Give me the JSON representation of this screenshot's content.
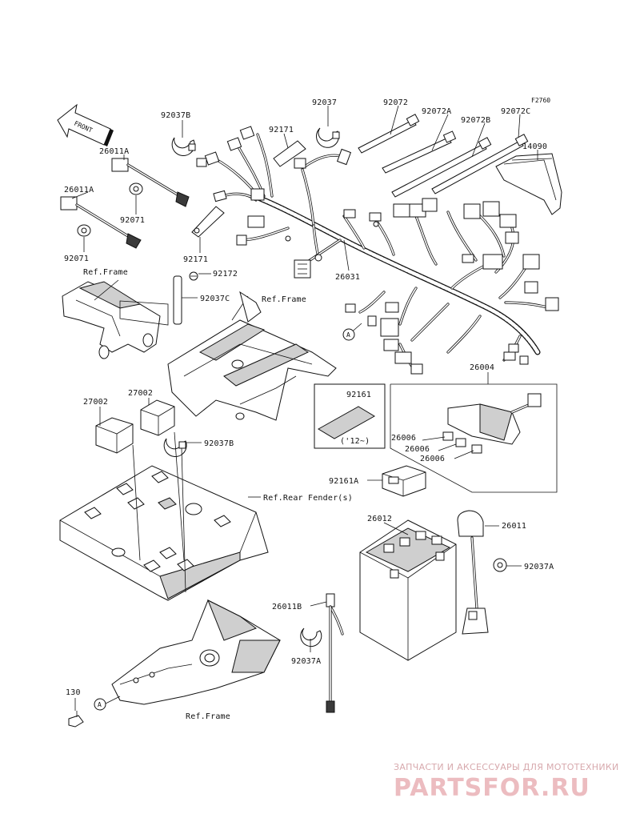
{
  "figure_code": "F2760",
  "front_label": "FRONT",
  "callouts": {
    "c92037B_top": "92037B",
    "c92037": "92037",
    "c92072": "92072",
    "c92072A": "92072A",
    "c92072B": "92072B",
    "c92072C": "92072C",
    "c14090": "14090",
    "c26011A_1": "26011A",
    "c92171_top": "92171",
    "c26011A_2": "26011A",
    "c92071_1": "92071",
    "c92071_2": "92071",
    "c92171_mid": "92171",
    "c26031": "26031",
    "c92172": "92172",
    "c92037C": "92037C",
    "c26004": "26004",
    "c27002_a": "27002",
    "c27002_b": "27002",
    "c92037B_mid": "92037B",
    "c92161": "92161",
    "c92161_year": "('12~)",
    "c26006_1": "26006",
    "c26006_2": "26006",
    "c26006_3": "26006",
    "c92161A": "92161A",
    "c26012": "26012",
    "c26011": "26011",
    "c92037A_1": "92037A",
    "c26011B": "26011B",
    "c92037A_2": "92037A",
    "c130": "130"
  },
  "refs": {
    "frame_1": "Ref.Frame",
    "frame_2": "Ref.Frame",
    "rear_fender": "Ref.Rear Fender(s)",
    "frame_3": "Ref.Frame"
  },
  "markers": {
    "a1": "A",
    "a2": "A"
  },
  "watermark": {
    "tagline": "ЗАПЧАСТИ И АКСЕССУАРЫ ДЛЯ МОТОТЕХНИКИ",
    "brand": "PARTSFOR.RU"
  }
}
